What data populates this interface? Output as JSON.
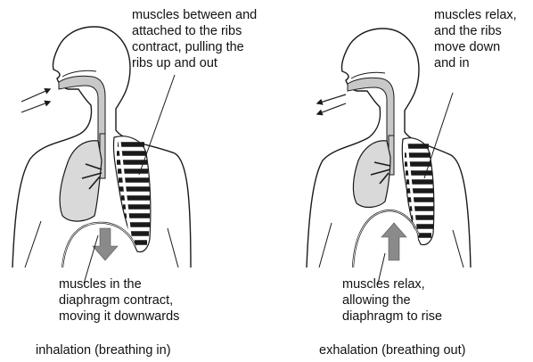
{
  "panels": {
    "inhalation": {
      "ribs_label": "muscles between and\nattached to the ribs\ncontract, pulling the\nribs up and out",
      "diaphragm_label": "muscles in the\ndiaphragm contract,\nmoving it downwards",
      "caption": "inhalation (breathing in)"
    },
    "exhalation": {
      "ribs_label": "muscles relax,\nand the ribs\nmove down\nand in",
      "diaphragm_label": "muscles relax,\nallowing the\ndiaphragm to rise",
      "caption": "exhalation (breathing out)"
    }
  },
  "colors": {
    "outline": "#1a1a1a",
    "lung_fill": "#d9d9d9",
    "airway_fill": "#c8c8c8",
    "rib_dark": "#1a1a1a",
    "arrow_fill": "#8a8a8a"
  }
}
